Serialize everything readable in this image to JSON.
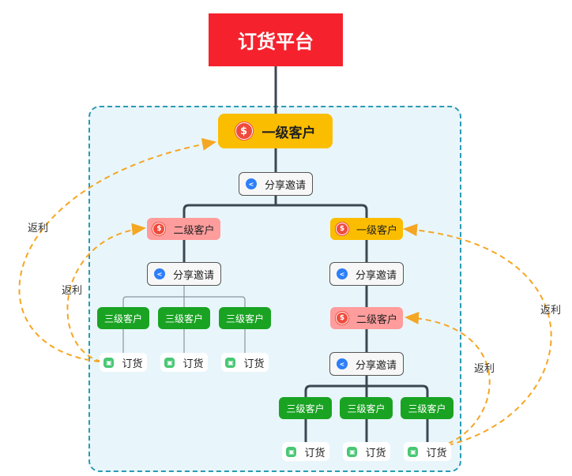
{
  "title": "订货平台",
  "level1": "一级客户",
  "share": "分享邀请",
  "level2": "二级客户",
  "level3": "三级客户",
  "order": "订货",
  "rebate": "返利",
  "colors": {
    "root": "#f5222d",
    "level1": "#fbbd00",
    "level2": "#ff9c9c",
    "level3": "#1aa323",
    "container": "#e8f6fc",
    "rebate_arrow": "#f5a623",
    "connector": "#3d4752"
  },
  "icons": [
    "dollar-icon",
    "share-icon",
    "cart-icon"
  ]
}
